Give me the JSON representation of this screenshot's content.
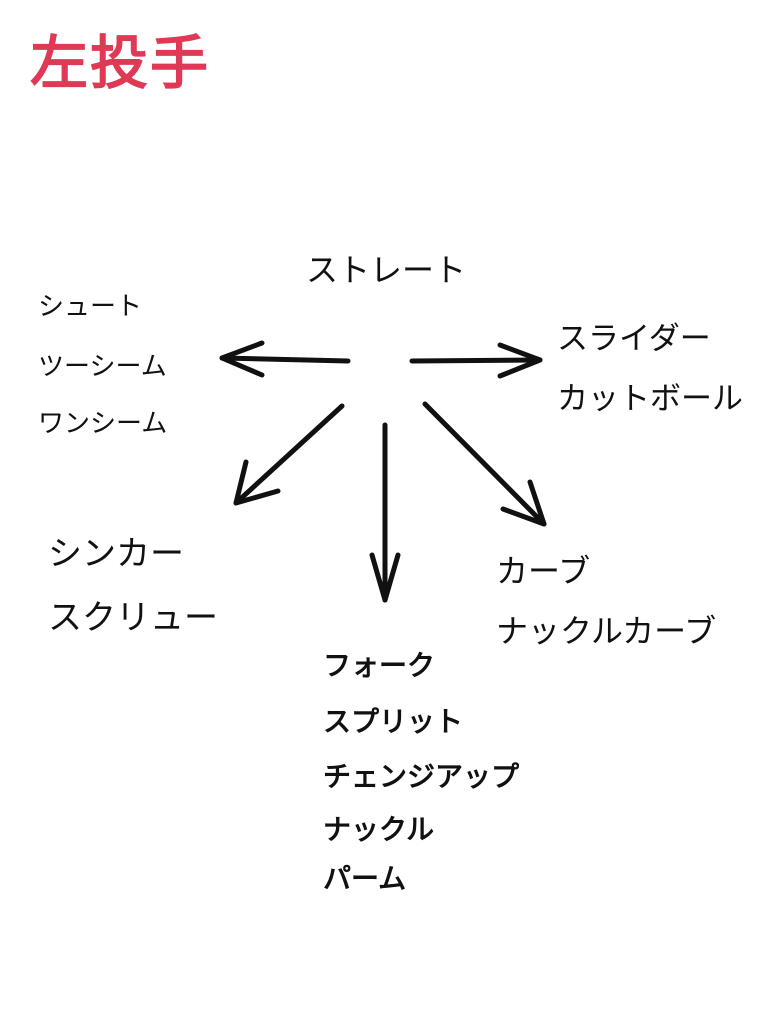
{
  "title": "左投手",
  "title_color": "#de3a55",
  "arrow_color": "#111111",
  "groups": {
    "up": [
      "ストレート"
    ],
    "left": [
      "シュート",
      "ツーシーム",
      "ワンシーム"
    ],
    "right": [
      "スライダー",
      "カットボール"
    ],
    "lower_left": [
      "シンカー",
      "スクリュー"
    ],
    "down": [
      "フォーク",
      "スプリット",
      "チェンジアップ",
      "ナックル",
      "パーム"
    ],
    "lower_right": [
      "カーブ",
      "ナックルカーブ"
    ]
  }
}
